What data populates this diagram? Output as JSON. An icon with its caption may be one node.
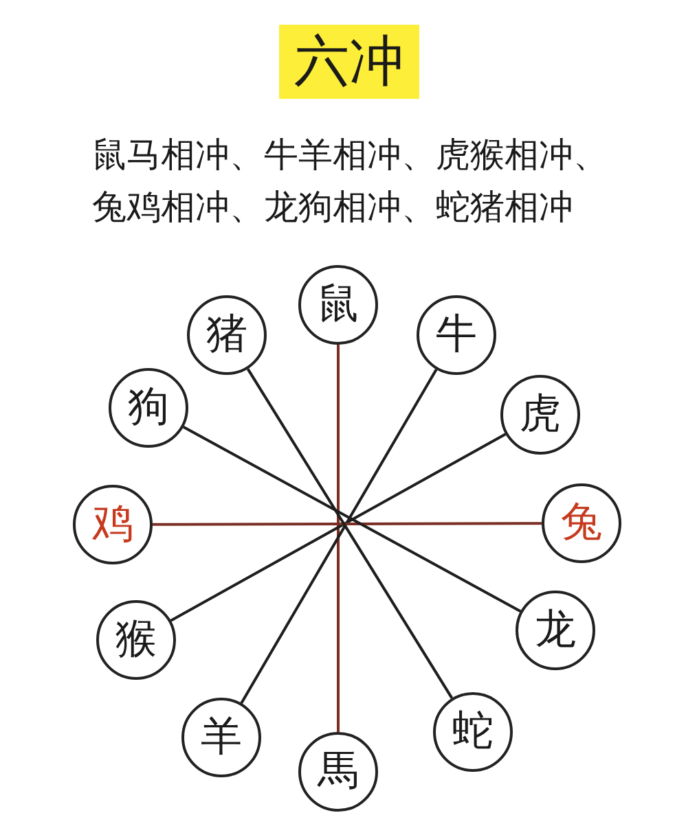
{
  "diagram": {
    "title": "六冲",
    "nodes": [
      {
        "text": [
          "鼠"
        ]
      },
      {
        "text": [
          "牛"
        ]
      },
      {
        "text": [
          "虎"
        ]
      },
      {
        "text": [
          "兔"
        ]
      },
      {
        "text": [
          "龙"
        ]
      },
      {
        "text": [
          "蛇"
        ]
      },
      {
        "text": [
          "馬"
        ]
      },
      {
        "text": [
          "羊"
        ]
      },
      {
        "text": [
          "猴"
        ]
      },
      {
        "text": [
          "鸡"
        ]
      },
      {
        "text": [
          "狗"
        ]
      },
      {
        "text": [
          "猪"
        ]
      }
    ],
    "edges": [
      {
        "from": 0,
        "to": 6,
        "arrow": "none",
        "color": "#7a2e24"
      },
      {
        "from": 1,
        "to": 7,
        "arrow": "none"
      },
      {
        "from": 2,
        "to": 8,
        "arrow": "none"
      },
      {
        "from": 3,
        "to": 9,
        "arrow": "none",
        "color": "#7a2e24"
      },
      {
        "from": 4,
        "to": 10,
        "arrow": "none"
      },
      {
        "from": 5,
        "to": 11,
        "arrow": "none"
      }
    ],
    "labels": [
      "鼠马相冲、牛羊相冲、虎猴相冲、兔鸡相冲、龙狗相冲、蛇猪相冲"
    ]
  }
}
